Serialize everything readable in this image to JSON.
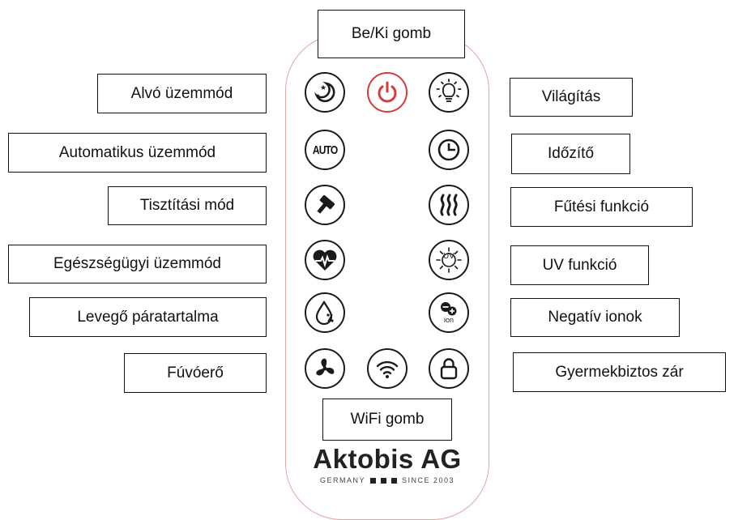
{
  "labels": {
    "power": "Be/Ki gomb",
    "sleep": "Alvó üzemmód",
    "light": "Világítás",
    "auto": "Automatikus üzemmód",
    "timer": "Időzítő",
    "clean": "Tisztítási mód",
    "heat": "Fűtési funkció",
    "health": "Egészségügyi üzemmód",
    "uv": "UV funkció",
    "humidity": "Levegő páratartalma",
    "ion": "Negatív ionok",
    "fan": "Fúvóerő",
    "lock": "Gyermekbiztos zár",
    "wifi": "WiFi gomb"
  },
  "buttons": {
    "auto_text": "AUTO",
    "uv_text": "UV",
    "ion_text": "ion"
  },
  "brand": {
    "name": "Aktobis AG",
    "left": "GERMANY",
    "right": "SINCE 2003"
  },
  "colors": {
    "power": "#d63a3a",
    "outline": "#e3a5a5"
  }
}
